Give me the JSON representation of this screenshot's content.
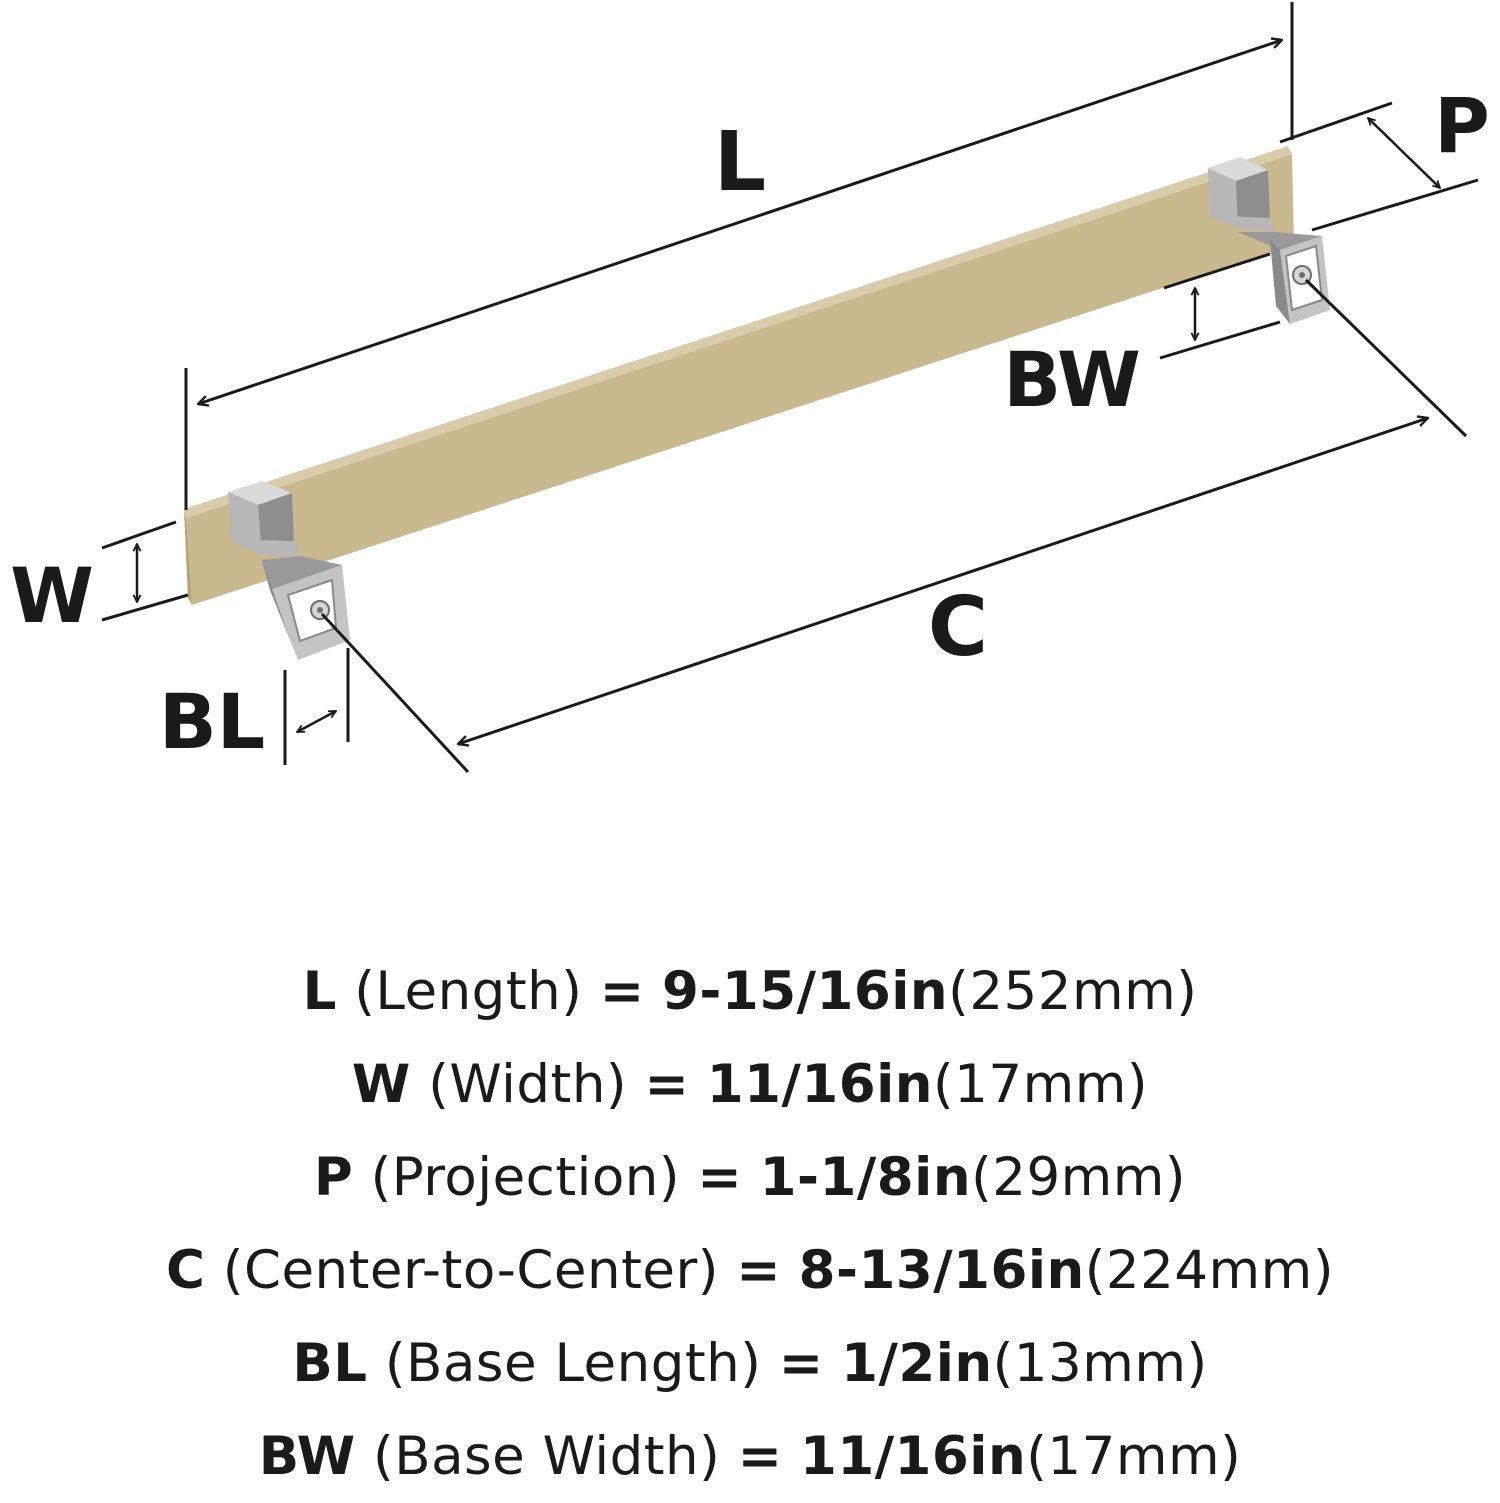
{
  "diagram": {
    "labels": {
      "L": "L",
      "W": "W",
      "P": "P",
      "C": "C",
      "BL": "BL",
      "BW": "BW"
    },
    "colors": {
      "handle_bar": "#c8b98e",
      "handle_bar_shade": "#b3a374",
      "handle_bar_highlight": "#d9ccaa",
      "post": "#b8b8b8",
      "post_dark": "#8e8e8e",
      "post_light": "#dadada",
      "line": "#1a1a1a"
    }
  },
  "specs": [
    {
      "key": "L",
      "desc": "(Length)",
      "eq": "=",
      "value": "9-15/16in",
      "metric": "(252mm)"
    },
    {
      "key": "W",
      "desc": "(Width)",
      "eq": "=",
      "value": "11/16in",
      "metric": "(17mm)"
    },
    {
      "key": "P",
      "desc": "(Projection)",
      "eq": "=",
      "value": "1-1/8in",
      "metric": "(29mm)"
    },
    {
      "key": "C",
      "desc": "(Center-to-Center)",
      "eq": "=",
      "value": "8-13/16in",
      "metric": "(224mm)"
    },
    {
      "key": "BL",
      "desc": "(Base Length)",
      "eq": "=",
      "value": "1/2in",
      "metric": "(13mm)"
    },
    {
      "key": "BW",
      "desc": "(Base Width)",
      "eq": "=",
      "value": "11/16in",
      "metric": "(17mm)"
    }
  ]
}
